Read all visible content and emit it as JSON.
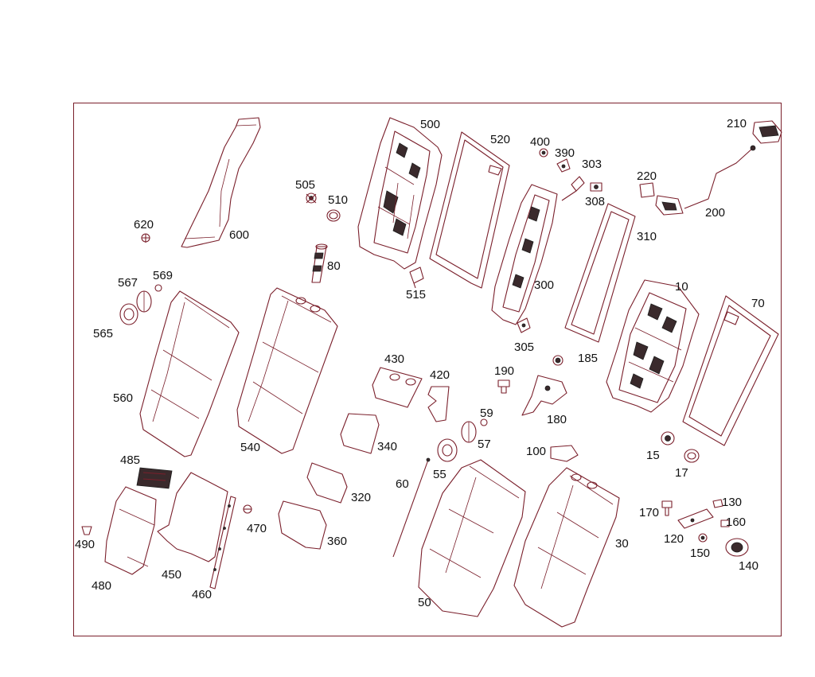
{
  "diagram": {
    "colors": {
      "border": "#7a1f2b",
      "line": "#7a1f2b",
      "label": "#111111",
      "background": "#ffffff"
    },
    "labels": {
      "p600": "600",
      "p620": "620",
      "p505": "505",
      "p510": "510",
      "p80": "80",
      "p500": "500",
      "p520": "520",
      "p515": "515",
      "p400": "400",
      "p390": "390",
      "p303": "303",
      "p308": "308",
      "p300": "300",
      "p305": "305",
      "p210": "210",
      "p220": "220",
      "p200": "200",
      "p310": "310",
      "p10": "10",
      "p70": "70",
      "p185": "185",
      "p567": "567",
      "p569": "569",
      "p565": "565",
      "p560": "560",
      "p540": "540",
      "p430": "430",
      "p420": "420",
      "p340": "340",
      "p190": "190",
      "p180": "180",
      "p59": "59",
      "p57": "57",
      "p55": "55",
      "p15": "15",
      "p17": "17",
      "p485": "485",
      "p490": "490",
      "p480": "480",
      "p450": "450",
      "p460": "460",
      "p470": "470",
      "p320": "320",
      "p360": "360",
      "p60": "60",
      "p100": "100",
      "p50": "50",
      "p30": "30",
      "p170": "170",
      "p130": "130",
      "p160": "160",
      "p120": "120",
      "p150": "150",
      "p140": "140"
    }
  }
}
